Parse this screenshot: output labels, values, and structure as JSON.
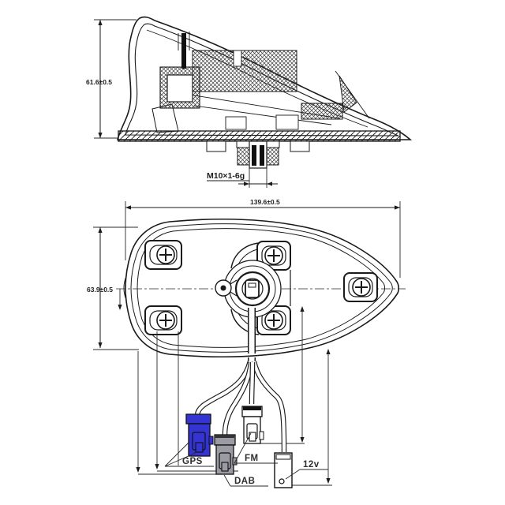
{
  "side_view": {
    "height_dimension": "61.6±0.5",
    "thread_spec": "M10×1-6g"
  },
  "bottom_view": {
    "length_dimension": "139.6±0.5",
    "width_dimension": "63.9±0.5"
  },
  "connectors": {
    "gps": {
      "label": "GPS",
      "color": "#3434d2"
    },
    "dab": {
      "label": "DAB",
      "color": "#9b9ba3"
    },
    "fm": {
      "label": "FM",
      "color": "#ffffff"
    },
    "power": {
      "label": "12v",
      "color": "#ffffff"
    }
  },
  "colors": {
    "line": "#1a1a1a",
    "background": "#ffffff"
  }
}
